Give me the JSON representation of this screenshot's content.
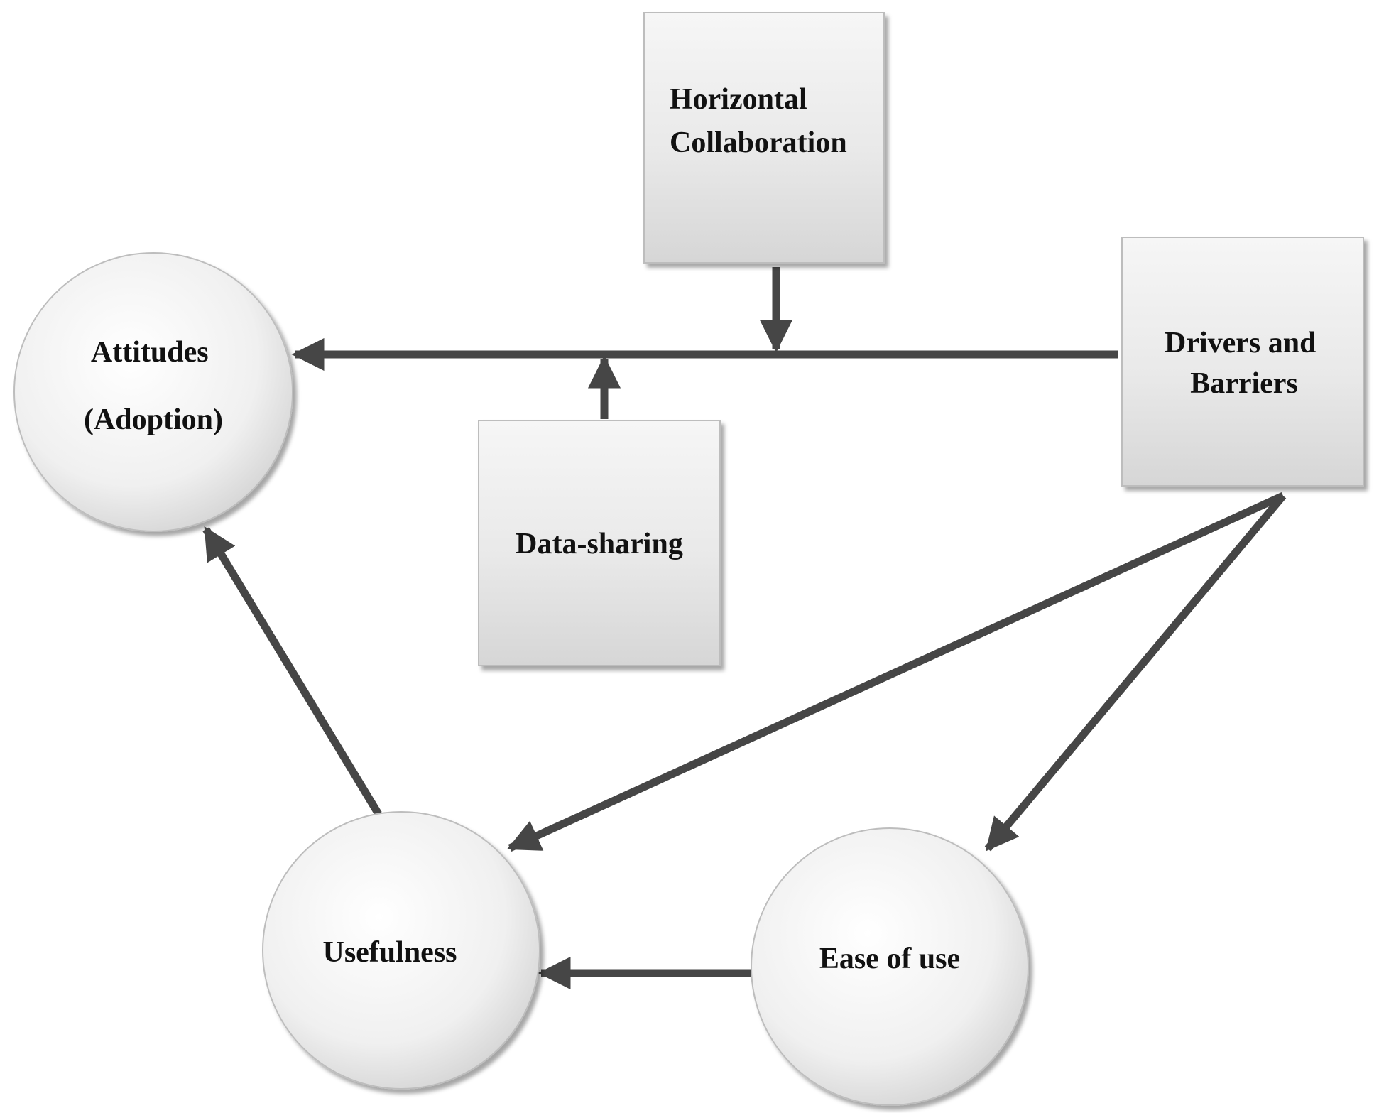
{
  "colors": {
    "arrow": "#464646",
    "node_border": "#bdbdbd",
    "text": "#111111"
  },
  "nodes": {
    "horizontal_collaboration": {
      "shape": "box",
      "lines": [
        "Horizontal",
        "Collaboration"
      ]
    },
    "drivers_and_barriers": {
      "shape": "box",
      "lines": [
        "Drivers and",
        "Barriers"
      ]
    },
    "data_sharing": {
      "shape": "box",
      "lines": [
        "Data-sharing"
      ]
    },
    "attitudes": {
      "shape": "circle",
      "lines": [
        "Attitudes",
        "(Adoption)"
      ]
    },
    "usefulness": {
      "shape": "circle",
      "lines": [
        "Usefulness"
      ]
    },
    "ease_of_use": {
      "shape": "circle",
      "lines": [
        "Ease of use"
      ]
    }
  },
  "edges": [
    {
      "from": "drivers_and_barriers",
      "to": "attitudes"
    },
    {
      "from": "horizontal_collaboration",
      "to": "drivers_and_barriers-attitudes-link"
    },
    {
      "from": "data_sharing",
      "to": "drivers_and_barriers-attitudes-link"
    },
    {
      "from": "drivers_and_barriers",
      "to": "usefulness"
    },
    {
      "from": "drivers_and_barriers",
      "to": "ease_of_use"
    },
    {
      "from": "ease_of_use",
      "to": "usefulness"
    },
    {
      "from": "usefulness",
      "to": "attitudes"
    }
  ]
}
